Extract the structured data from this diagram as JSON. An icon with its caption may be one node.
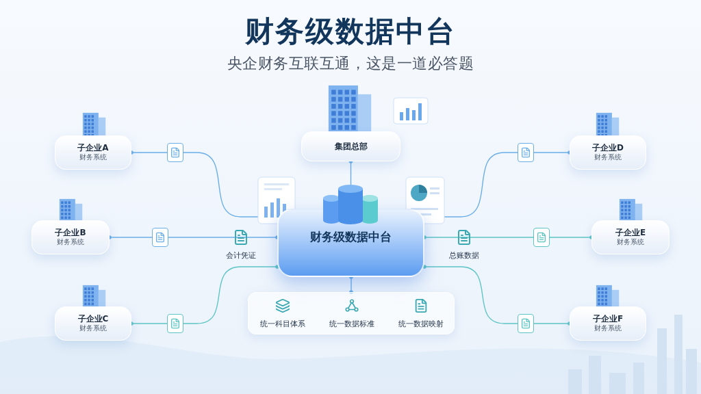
{
  "diagram": {
    "title": "财务级数据中台",
    "caption": "央企财务互联互通，这是一道必答题",
    "nodes": [
      {
        "text": [
          "集团总部"
        ]
      },
      {
        "text": [
          "子企业A",
          "财务系统"
        ]
      },
      {
        "text": [
          "子企业B",
          "财务系统"
        ]
      },
      {
        "text": [
          "子企业C",
          "财务系统"
        ]
      },
      {
        "text": [
          "子企业D",
          "财务系统"
        ]
      },
      {
        "text": [
          "子企业E",
          "财务系统"
        ]
      },
      {
        "text": [
          "子企业F",
          "财务系统"
        ]
      },
      {
        "text": [
          "财务级数据中台"
        ]
      },
      {
        "text": [],
        "shape": "box"
      },
      {
        "text": [
          "统一科目体系"
        ],
        "in": 8
      },
      {
        "text": [
          "统一数据标准"
        ],
        "in": 8
      },
      {
        "text": [
          "统一数据映射"
        ],
        "in": 8
      }
    ],
    "edges": [
      {
        "from": 0,
        "to": 7,
        "arrow": "other"
      },
      {
        "from": 1,
        "to": 7,
        "arrow": "other"
      },
      {
        "from": 2,
        "to": 7,
        "arrow": "other"
      },
      {
        "from": 3,
        "to": 7,
        "arrow": "other",
        "color": "#5cc4c4"
      },
      {
        "from": 4,
        "to": 7,
        "arrow": "other"
      },
      {
        "from": 5,
        "to": 7,
        "arrow": "other",
        "color": "#5cc4c4"
      },
      {
        "from": 6,
        "to": 7,
        "arrow": "other",
        "color": "#5cc4c4"
      },
      {
        "from": 7,
        "to": 8,
        "arrow": "other"
      }
    ],
    "labels": [
      "会计凭证",
      "总账数据"
    ]
  }
}
